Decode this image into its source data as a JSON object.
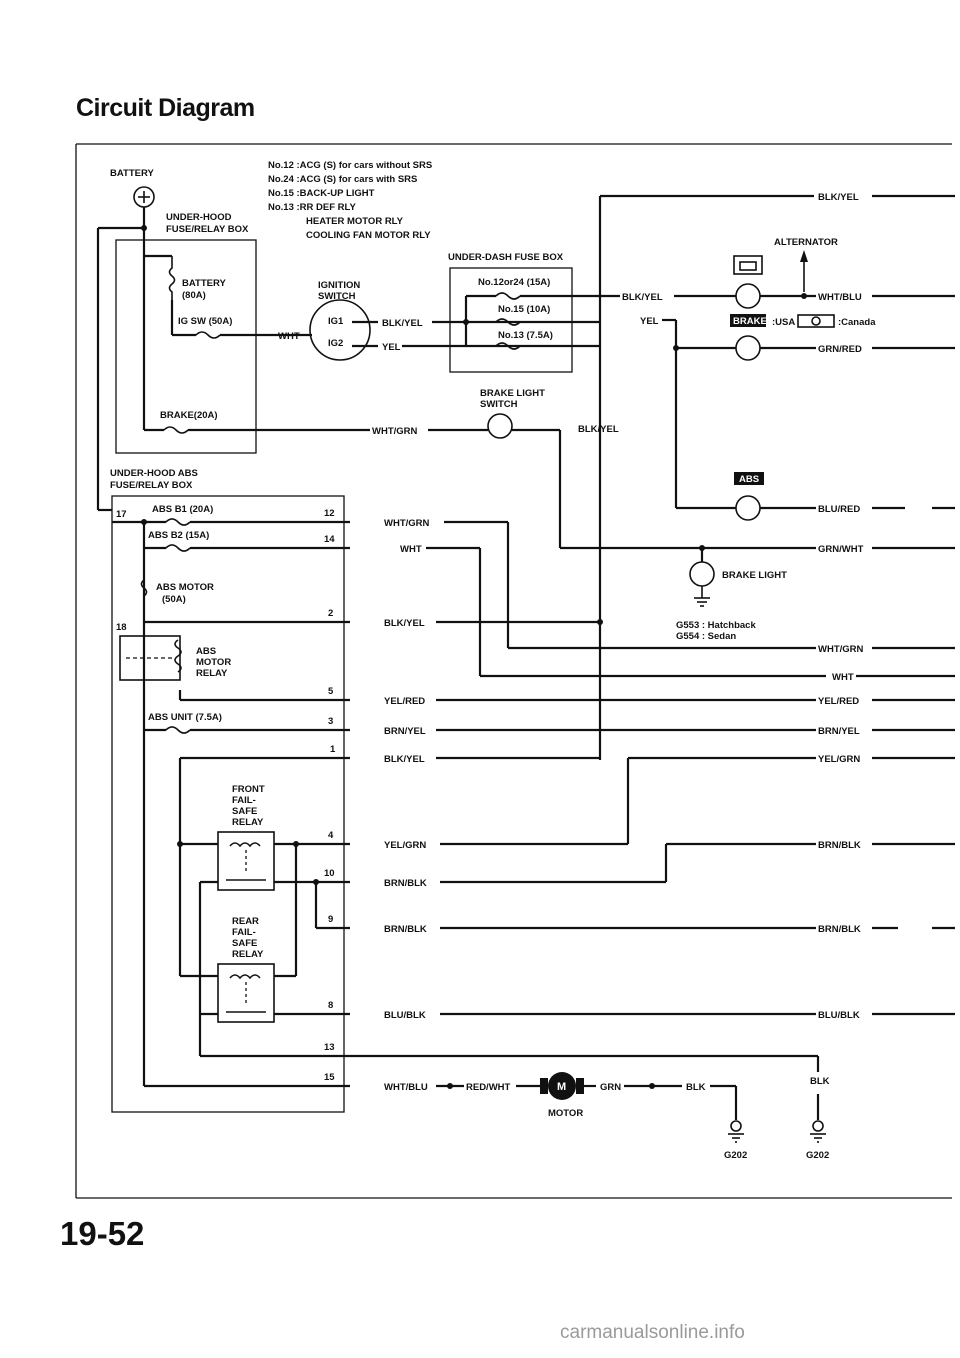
{
  "page": {
    "title": "Circuit Diagram",
    "page_number": "19-52",
    "watermark": "carmanualsonline.info"
  },
  "battery": {
    "label": "BATTERY"
  },
  "fuse_notes": [
    "No.12 :ACG (S) for cars without SRS",
    "No.24 :ACG (S) for cars with SRS",
    "No.15 :BACK-UP LIGHT",
    "No.13 :RR DEF RLY",
    "HEATER MOTOR RLY",
    "COOLING FAN MOTOR RLY"
  ],
  "underhood_box": {
    "title_line1": "UNDER-HOOD",
    "title_line2": "FUSE/RELAY BOX",
    "battery_fuse_line1": "BATTERY",
    "battery_fuse_line2": "(80A)",
    "ig_sw_fuse": "IG SW (50A)",
    "brake_fuse": "BRAKE(20A)"
  },
  "ignition": {
    "line1": "IGNITION",
    "line2": "SWITCH",
    "ig1": "IG1",
    "ig2": "IG2"
  },
  "underdash_box": {
    "title": "UNDER-DASH FUSE BOX",
    "fuse1": "No.12or24 (15A)",
    "fuse2": "No.15 (10A)",
    "fuse3": "No.13 (7.5A)"
  },
  "brake_switch": {
    "line1": "BRAKE LIGHT",
    "line2": "SWITCH"
  },
  "alternator": {
    "label": "ALTERNATOR"
  },
  "indicators": {
    "brake_badge": "BRAKE",
    "usa_label": ":USA",
    "canada_label": ":Canada",
    "abs_badge": "ABS"
  },
  "brake_light": {
    "label": "BRAKE LIGHT",
    "ground_line1": "G553 : Hatchback",
    "ground_line2": "G554 : Sedan"
  },
  "abs_box": {
    "title_line1": "UNDER-HOOD ABS",
    "title_line2": "FUSE/RELAY BOX",
    "b1_fuse": "ABS B1 (20A)",
    "b2_fuse": "ABS B2 (15A)",
    "motor_fuse_line1": "ABS MOTOR",
    "motor_fuse_line2": "(50A)",
    "relay_line1": "ABS",
    "relay_line2": "MOTOR",
    "relay_line3": "RELAY",
    "unit_fuse": "ABS UNIT (7.5A)",
    "front_relay": [
      "FRONT",
      "FAIL-",
      "SAFE",
      "RELAY"
    ],
    "rear_relay": [
      "REAR",
      "FAIL-",
      "SAFE",
      "RELAY"
    ],
    "terminal_17": "17",
    "terminal_18": "18"
  },
  "pins": [
    "12",
    "14",
    "2",
    "5",
    "3",
    "1",
    "4",
    "10",
    "9",
    "8",
    "13",
    "15"
  ],
  "wires": {
    "blk_yel": "BLK/YEL",
    "yel": "YEL",
    "wht": "WHT",
    "wht_grn": "WHT/GRN",
    "wht_blu": "WHT/BLU",
    "grn_red": "GRN/RED",
    "blu_red": "BLU/RED",
    "grn_wht": "GRN/WHT",
    "yel_red": "YEL/RED",
    "brn_yel": "BRN/YEL",
    "yel_grn": "YEL/GRN",
    "brn_blk": "BRN/BLK",
    "blu_blk": "BLU/BLK",
    "red_wht": "RED/WHT",
    "grn": "GRN",
    "blk": "BLK"
  },
  "motor": {
    "symbol": "M",
    "label": "MOTOR"
  },
  "grounds": {
    "g202": "G202"
  }
}
